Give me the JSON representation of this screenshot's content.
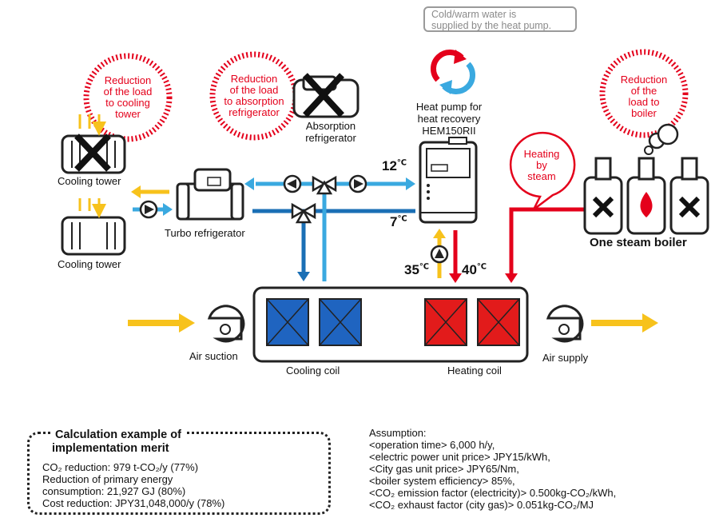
{
  "callout": {
    "line1": "Cold/warm water is",
    "line2": "supplied by the heat pump."
  },
  "heat_pump": {
    "line1": "Heat pump for",
    "line2": "heat recovery",
    "line3": "HEM150RII"
  },
  "reductions": {
    "cooling_tower": [
      "Reduction",
      "of the load",
      "to cooling",
      "tower"
    ],
    "absorption": [
      "Reduction",
      "of the load",
      "to absorption",
      "refrigerator"
    ],
    "boiler": [
      "Reduction",
      "of the",
      "load to",
      "boiler"
    ]
  },
  "heating_by_steam": [
    "Heating",
    "by",
    "steam"
  ],
  "labels": {
    "absorption_refrigerator": [
      "Absorption",
      "refrigerator"
    ],
    "cooling_tower_1": "Cooling tower",
    "cooling_tower_2": "Cooling tower",
    "turbo_refrigerator": "Turbo refrigerator",
    "one_steam_boiler": "One steam boiler",
    "air_suction": "Air suction",
    "air_supply": "Air supply",
    "cooling_coil": "Cooling coil",
    "heating_coil": "Heating coil"
  },
  "temps": {
    "t12": "12",
    "t7": "7",
    "t35": "35",
    "t40": "40",
    "unit": "℃"
  },
  "merit": {
    "title_line1": "Calculation example of",
    "title_line2": "implementation merit",
    "co2_reduction": "CO₂ reduction: 979 t-CO₂/y (77%)",
    "primary_energy_line1": "Reduction of primary energy",
    "primary_energy_line2": "consumption: 21,927 GJ (80%)",
    "cost_reduction": "Cost reduction: JPY31,048,000/y (78%)"
  },
  "assumption": {
    "title": "Assumption:",
    "lines": [
      "<operation time> 6,000 h/y,",
      "<electric power unit price> JPY15/kWh,",
      "<City gas unit price> JPY65/Nm,",
      "<boiler system efficiency> 85%,",
      "<CO₂ emission factor  (electricity)> 0.500kg-CO₂/kWh,",
      "<CO₂ exhaust factor (city gas)> 0.051kg-CO₂/MJ"
    ]
  },
  "colors": {
    "red": "#e4001b",
    "blue": "#1a6fb5",
    "light_blue": "#3aa9e0",
    "yellow": "#f7c21c",
    "coil_blue": "#1f64c0",
    "coil_red": "#e21b1b"
  },
  "icons": [
    "refresh-icon",
    "cooling-tower-icon",
    "turbo-refrigerator-icon",
    "absorption-refrigerator-icon",
    "heat-pump-icon",
    "boiler-icon",
    "flame-icon",
    "cross-icon",
    "pump-icon",
    "valve-icon",
    "fan-icon",
    "cloud-icon"
  ]
}
